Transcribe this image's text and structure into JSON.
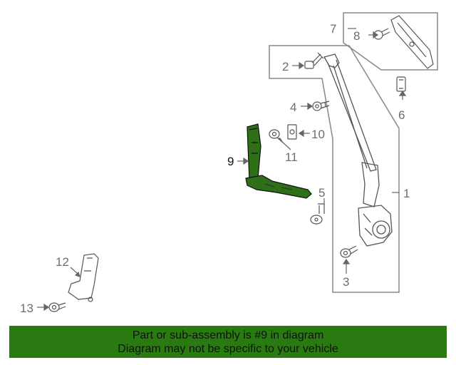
{
  "diagram": {
    "callouts": {
      "c1": "1",
      "c2": "2",
      "c3": "3",
      "c4": "4",
      "c5": "5",
      "c6": "6",
      "c7": "7",
      "c8": "8",
      "c9": "9",
      "c10": "10",
      "c11": "11",
      "c12": "12",
      "c13": "13"
    },
    "highlighted_part": "9",
    "highlight_color": "#2f6f18"
  },
  "banner": {
    "line1": "Part or sub-assembly is #9 in diagram",
    "line2": "Diagram may not be specific to your vehicle",
    "background": "#2a7a12"
  }
}
